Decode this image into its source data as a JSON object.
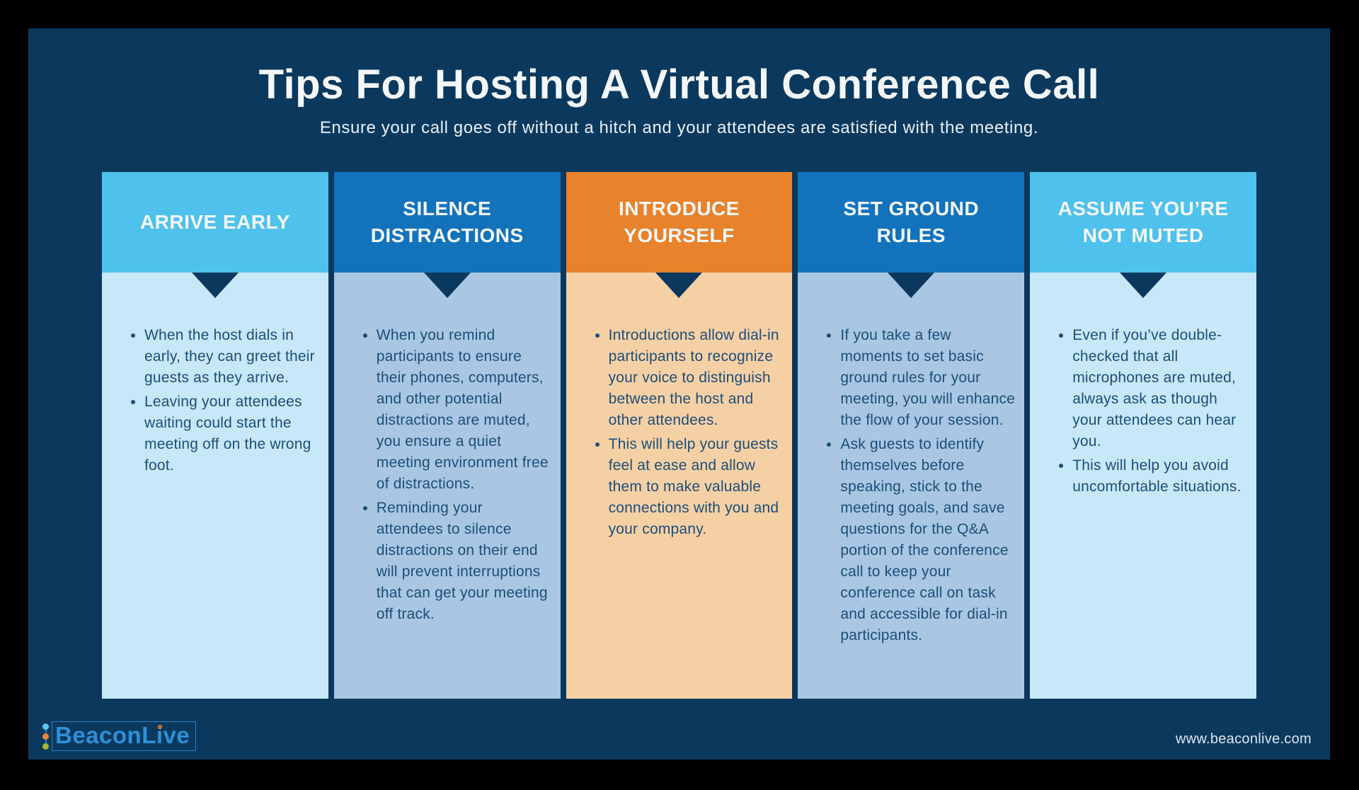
{
  "page": {
    "title": "Tips For Hosting A Virtual Conference Call",
    "subtitle": "Ensure your call goes off without a hitch and your attendees are satisfied with the meeting.",
    "footer": {
      "brand_full": "BeaconLive",
      "brand_prefix": "BeaconL",
      "brand_i": "ı",
      "brand_suffix": "ve",
      "website": "www.beaconlive.com"
    }
  },
  "themes": {
    "sky": {
      "header": "#4FC1ED",
      "body": "#C7E8F8"
    },
    "blue": {
      "header": "#1273BC",
      "body": "#A9C7E2"
    },
    "orange": {
      "header": "#E8822B",
      "body": "#F6D0A5"
    }
  },
  "colors": {
    "outer_background": "#000000",
    "panel_background": "#0B395E",
    "pointer_triangle": "#0B395E",
    "body_text": "#1C4E78",
    "header_text": "#F5F8FA",
    "logo_blue": "#2E90D8",
    "logo_dot_top": "#5FC4EE",
    "logo_dot_mid": "#F0812F",
    "logo_dot_bottom": "#A9B52F"
  },
  "columns": [
    {
      "id": "arrive-early",
      "theme": "sky",
      "header": "ARRIVE EARLY",
      "bullets": [
        "When the host dials in early, they can greet their guests as they arrive.",
        "Leaving your attendees waiting could start the meeting off on the wrong foot."
      ]
    },
    {
      "id": "silence-distractions",
      "theme": "blue",
      "header": "SILENCE DISTRACTIONS",
      "bullets": [
        "When you remind participants to ensure their phones, computers, and other potential distractions are muted, you ensure a quiet meeting environment free of distractions.",
        "Reminding your attendees to silence distractions on their end will prevent interruptions that can get your meeting off track."
      ]
    },
    {
      "id": "introduce-yourself",
      "theme": "orange",
      "header": "INTRODUCE YOURSELF",
      "bullets": [
        "Introductions allow dial-in participants to recognize your voice to distinguish between the host and other attendees.",
        "This will help your guests feel at ease and allow them to make valuable connections with you and your company."
      ]
    },
    {
      "id": "set-ground-rules",
      "theme": "blue",
      "header": "SET GROUND RULES",
      "bullets": [
        "If you take a few moments to set basic ground rules for your meeting, you will enhance the flow of your session.",
        "Ask guests to identify themselves before speaking, stick to the meeting goals, and save questions for the Q&A portion of the conference call to keep your conference call on task and accessible for dial-in participants."
      ]
    },
    {
      "id": "assume-youre-not-muted",
      "theme": "sky",
      "header": "ASSUME YOU’RE NOT MUTED",
      "bullets": [
        "Even if you’ve double-checked that all microphones are muted, always ask as though your attendees can hear you.",
        "This will help you avoid uncomfortable situations."
      ]
    }
  ]
}
